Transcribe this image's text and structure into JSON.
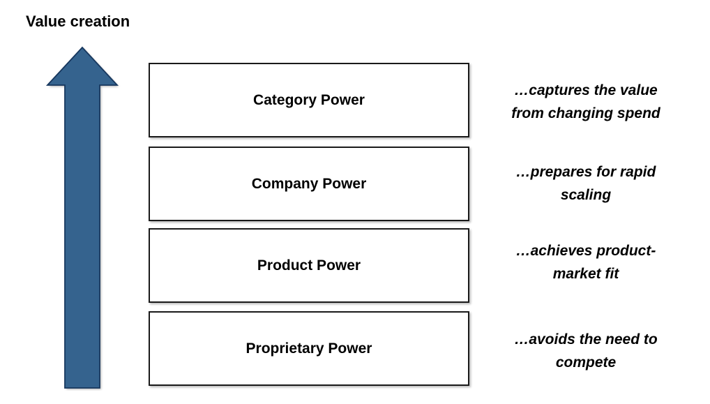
{
  "axis_label": "Value creation",
  "arrow": {
    "fill": "#34648E",
    "stroke": "#17375E"
  },
  "rows": [
    {
      "label": "Category Power",
      "annotation_line1": "…captures the value",
      "annotation_line2": "from changing spend"
    },
    {
      "label": "Company Power",
      "annotation_line1": "…prepares for rapid",
      "annotation_line2": "scaling"
    },
    {
      "label": "Product Power",
      "annotation_line1": "…achieves product-",
      "annotation_line2": "market fit"
    },
    {
      "label": "Proprietary Power",
      "annotation_line1": "…avoids the need to",
      "annotation_line2": "compete"
    }
  ]
}
